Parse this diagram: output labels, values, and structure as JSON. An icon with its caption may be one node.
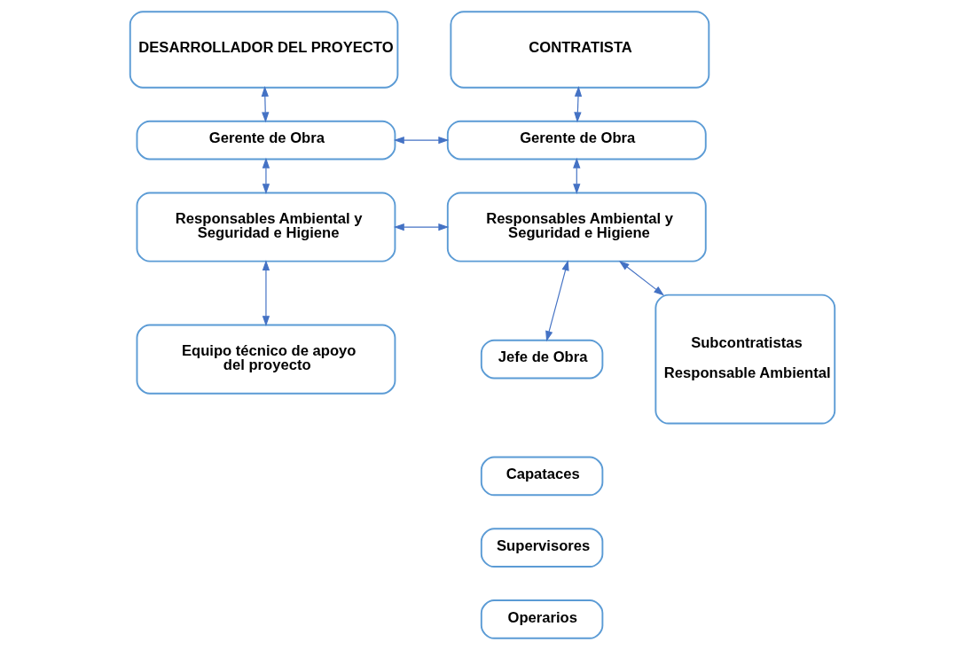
{
  "diagram": {
    "nodes": [
      {
        "text": [
          "DESARROLLADOR DEL PROYECTO"
        ]
      },
      {
        "text": [
          "CONTRATISTA"
        ]
      },
      {
        "text": [
          "Gerente de Obra"
        ]
      },
      {
        "text": [
          "Gerente de Obra"
        ]
      },
      {
        "text": [
          "Responsables Ambiental y Seguridad e Higiene"
        ]
      },
      {
        "text": [
          "Responsables Ambiental y Seguridad e Higiene"
        ]
      },
      {
        "text": [
          "Equipo técnico de apoyo del proyecto"
        ]
      },
      {
        "text": [
          "Jefe de Obra"
        ]
      },
      {
        "text": [
          "Capataces"
        ]
      },
      {
        "text": [
          "Supervisores"
        ]
      },
      {
        "text": [
          "Operarios"
        ]
      },
      {
        "text": [
          "Subcontratistas",
          "Responsable Ambiental"
        ]
      }
    ],
    "edges": [
      {
        "from": 0,
        "to": 2,
        "arrow": "both"
      },
      {
        "from": 1,
        "to": 3,
        "arrow": "both"
      },
      {
        "from": 2,
        "to": 3,
        "arrow": "both"
      },
      {
        "from": 2,
        "to": 4,
        "arrow": "both"
      },
      {
        "from": 3,
        "to": 5,
        "arrow": "both"
      },
      {
        "from": 4,
        "to": 5,
        "arrow": "both"
      },
      {
        "from": 4,
        "to": 6,
        "arrow": "both"
      },
      {
        "from": 5,
        "to": 7,
        "arrow": "both"
      },
      {
        "from": 5,
        "to": 11,
        "arrow": "both"
      }
    ]
  }
}
